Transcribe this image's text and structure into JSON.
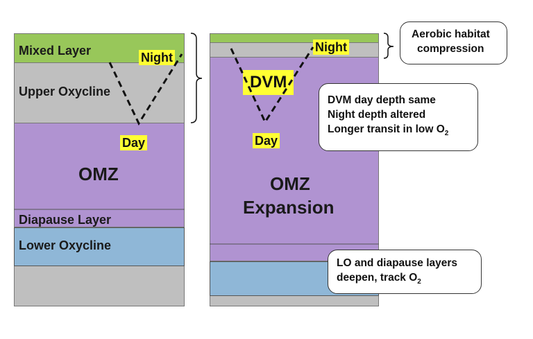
{
  "left_column": {
    "mixed_layer": "Mixed Layer",
    "upper_oxycline": "Upper Oxycline",
    "omz": "OMZ",
    "diapause_layer": "Diapause Layer",
    "lower_oxycline": "Lower Oxycline",
    "night": "Night",
    "day": "Day"
  },
  "right_column": {
    "night": "Night",
    "dvm": "DVM",
    "day": "Day",
    "omz_line1": "OMZ",
    "omz_line2": "Expansion"
  },
  "notes": {
    "aerobic": [
      "Aerobic habitat",
      "compression"
    ],
    "dvm_day_depth": "DVM day depth same",
    "night_depth": "Night depth altered",
    "transit_prefix": "Longer transit in low O",
    "transit_sub": "2",
    "lo_line1": "LO and diapause layers",
    "lo_line2_prefix": "deepen, track O",
    "lo_line2_sub": "2"
  },
  "colors": {
    "mixed": "#98c75a",
    "oxycline_grey": "#bfbfbf",
    "omz_purple": "#b093d1",
    "lower_blue": "#8fb7d7",
    "highlight": "#ffff33"
  }
}
